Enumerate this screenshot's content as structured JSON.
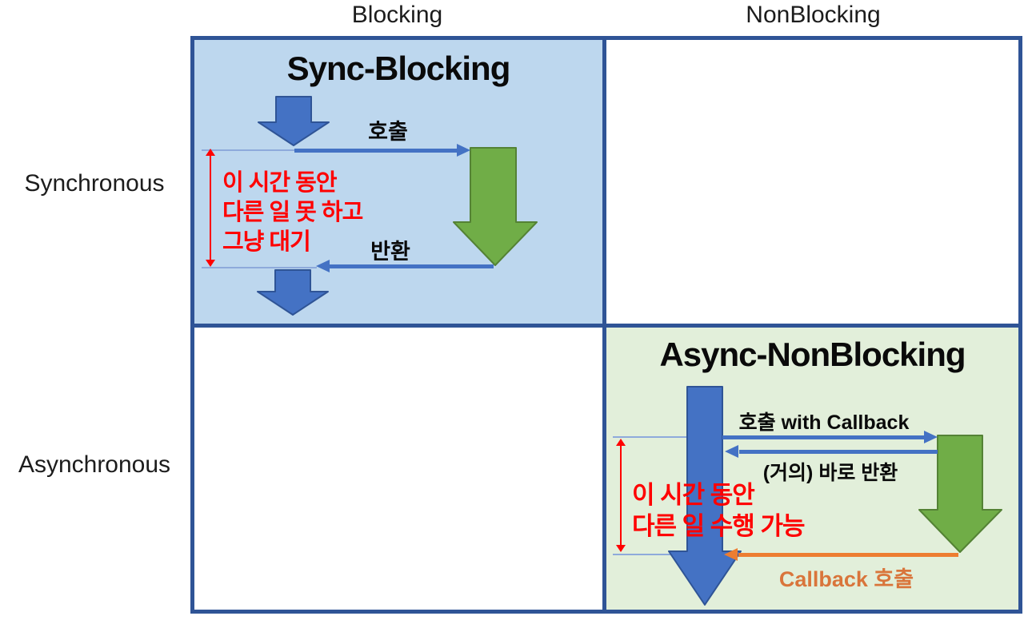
{
  "colors": {
    "grid-border": "#2F5496",
    "cell-blue-bg": "#BDD7EE",
    "cell-green-bg": "#E2EFDA",
    "arrow-blue": "#4472C4",
    "arrow-blue-outline": "#2F5496",
    "arrow-green": "#70AD47",
    "arrow-green-outline": "#548235",
    "connector-line": "#8EAADB",
    "annotation-red": "#FF0000",
    "arrow-orange": "#ED7D31",
    "label-orange": "#D9753B"
  },
  "matrix": {
    "column_headers": [
      {
        "label": "Blocking"
      },
      {
        "label": "NonBlocking"
      }
    ],
    "row_headers": [
      {
        "label": "Synchronous"
      },
      {
        "label": "Asynchronous"
      }
    ]
  },
  "sync_blocking": {
    "title": "Sync-Blocking",
    "call_label": "호출",
    "return_label": "반환",
    "wait_note_lines": [
      "이 시간 동안",
      "다른 일 못 하고",
      "그냥 대기"
    ]
  },
  "async_nonblocking": {
    "title": "Async-NonBlocking",
    "call_label": "호출 with Callback",
    "return_label": "(거의) 바로 반환",
    "callback_label": "Callback 호출",
    "free_note_lines": [
      "이 시간 동안",
      "다른 일 수행 가능"
    ]
  }
}
